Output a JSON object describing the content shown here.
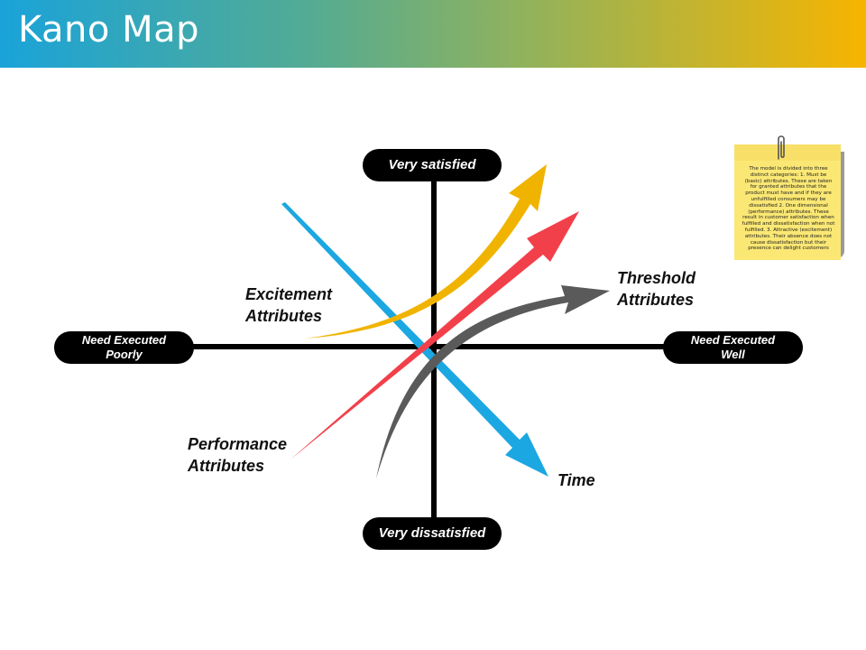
{
  "header": {
    "title": "Kano Map",
    "gradient": [
      "#1aa3d9",
      "#6aab7a",
      "#b5b53a",
      "#f7b400"
    ]
  },
  "axes": {
    "top_label": "Very satisfied",
    "bottom_label": "Very dissatisfied",
    "left_label": "Need Executed\nPoorly",
    "right_label": "Need Executed\nWell"
  },
  "curves": {
    "excitement": {
      "label": "Excitement\nAttributes",
      "color": "#f0b400"
    },
    "performance": {
      "label": "Performance\nAttributes",
      "color": "#f2404a"
    },
    "threshold": {
      "label": "Threshold\nAttributes",
      "color": "#5a5a5a"
    },
    "time": {
      "label": "Time",
      "color": "#1ba7e1"
    }
  },
  "note": {
    "text": "The model is divided into three distinct categories: 1. Must be (basic) attributes. These are taken for granted attributes that the product must have and if they are unfulfilled consumers may be dissatisfied 2. One dimensional (performance) attributes. These result in customer satisfaction when fulfilled and dissatisfaction when not fulfilled. 3. Attractive (excitement) attributes. Their absence does not cause dissatisfaction but their presence can delight customers",
    "color": "#fbe874"
  }
}
